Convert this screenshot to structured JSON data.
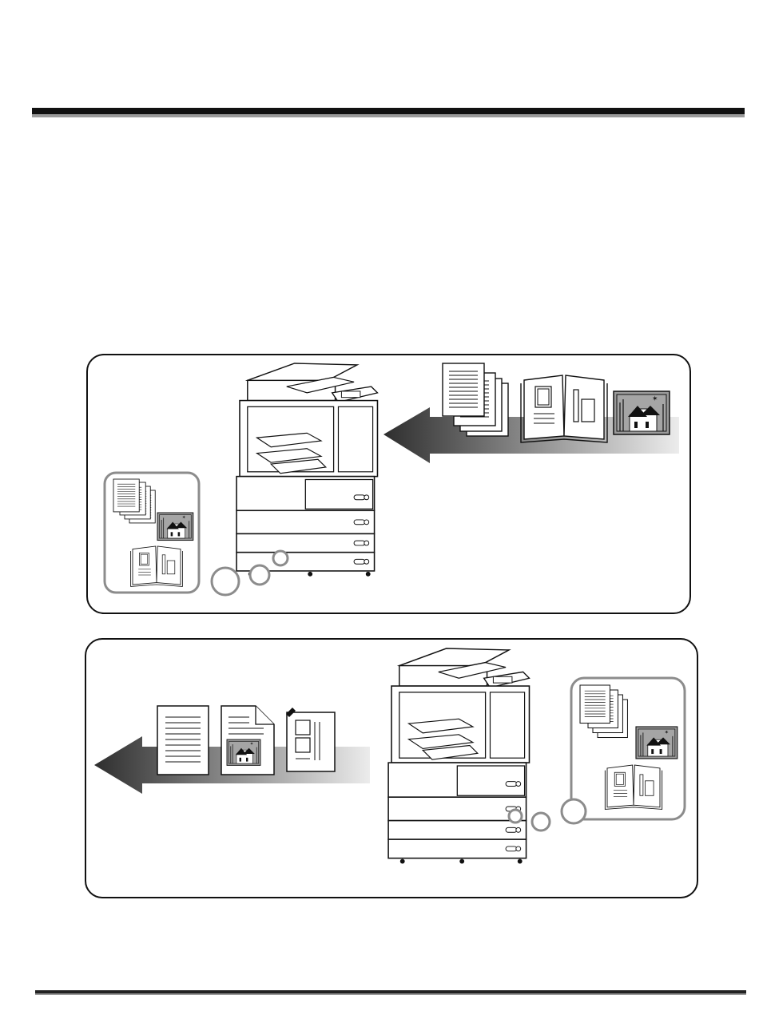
{
  "figure": {
    "panels": [
      {
        "id": "scan",
        "flow": "originals-into-machine",
        "stored_items": [
          "text-document-stack",
          "photo-image",
          "open-book"
        ]
      },
      {
        "id": "print",
        "flow": "output-from-machine",
        "output_items": [
          "text-page",
          "mixed-text-photo-page",
          "layout-page"
        ]
      }
    ]
  },
  "colors": {
    "outline": "#111111",
    "gray_line": "#9a9a9a",
    "bubble_border": "#8c8c8c",
    "arrow_dark": "#3a3a3a",
    "arrow_light": "#e6e6e6",
    "photo_gray": "#9a9a9a"
  }
}
